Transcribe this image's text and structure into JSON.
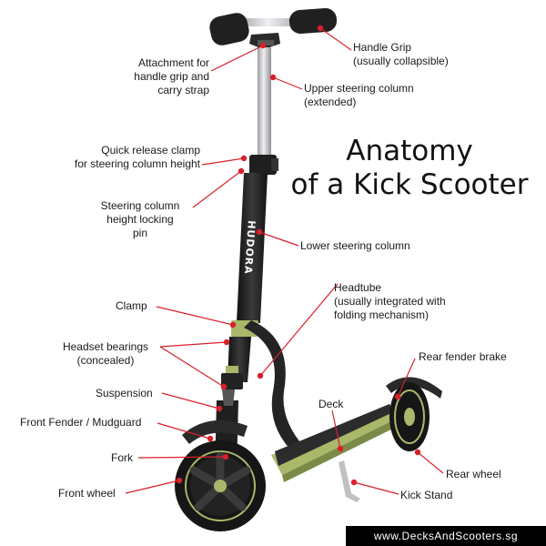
{
  "title": {
    "line1": "Anatomy",
    "line2": "of a Kick Scooter"
  },
  "labels": {
    "handle_grip": [
      "Handle Grip",
      "(usually collapsible)"
    ],
    "attachment": [
      "Attachment for",
      "handle grip and",
      "carry strap"
    ],
    "upper_column": [
      "Upper steering column",
      "(extended)"
    ],
    "quick_release": [
      "Quick release clamp",
      "for steering column height"
    ],
    "locking_pin": [
      "Steering column",
      "height locking",
      "pin"
    ],
    "lower_column": [
      "Lower steering column"
    ],
    "headtube": [
      "Headtube",
      "(usually integrated with",
      "folding mechanism)"
    ],
    "clamp": [
      "Clamp"
    ],
    "headset": [
      "Headset bearings",
      "(concealed)"
    ],
    "rear_brake": [
      "Rear fender brake"
    ],
    "suspension": [
      "Suspension"
    ],
    "deck": [
      "Deck"
    ],
    "front_fender": [
      "Front Fender / Mudguard"
    ],
    "fork": [
      "Fork"
    ],
    "rear_wheel": [
      "Rear wheel"
    ],
    "kick_stand": [
      "Kick Stand"
    ],
    "front_wheel": [
      "Front wheel"
    ]
  },
  "brand": "HUDORA",
  "footer": "www.DecksAndScooters.sg",
  "colors": {
    "leader": "#d8202a",
    "frame": "#2a2a2a",
    "accent": "#a9b86a",
    "metal": "#c9cbcf"
  }
}
